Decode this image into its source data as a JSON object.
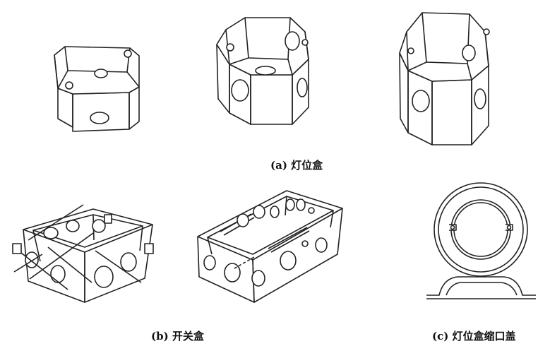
{
  "captions": {
    "a": "(a) 灯位盒",
    "b": "(b) 开关盒",
    "c": "(c) 灯位盒缩口盖"
  }
}
